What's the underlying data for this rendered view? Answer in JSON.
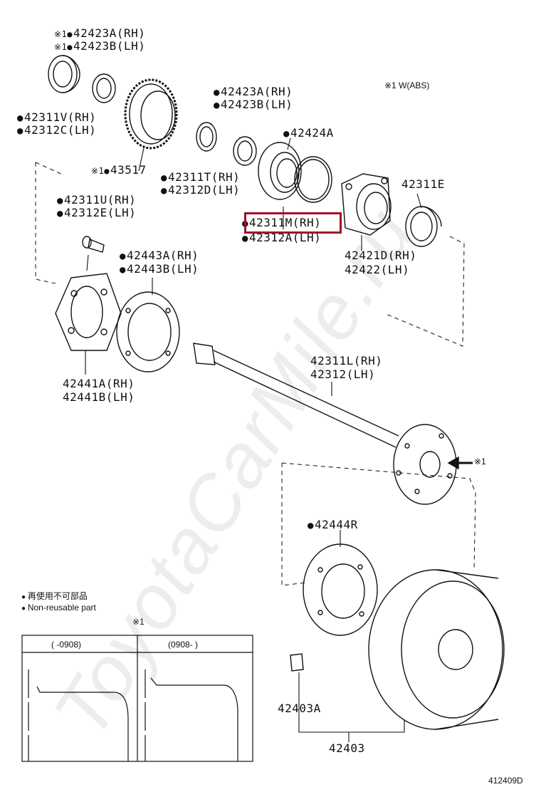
{
  "labels": {
    "p42423A_rh_top": "42423A(RH)",
    "p42423B_lh_top": "42423B(LH)",
    "p42311V": "42311V(RH)",
    "p42312C": "42312C(LH)",
    "p42423A_rh_mid": "42423A(RH)",
    "p42423B_lh_mid": "42423B(LH)",
    "abs_note": "※1 W(ABS)",
    "p42424A": "42424A",
    "p43517": "43517",
    "p42311T": "42311T(RH)",
    "p42312D": "42312D(LH)",
    "p42311E": "42311E",
    "p42311U": "42311U(RH)",
    "p42312E": "42312E(LH)",
    "p42311M": "42311M(RH)",
    "p42312A": "42312A(LH)",
    "p42421D": "42421D(RH)",
    "p42422": "42422(LH)",
    "p42443A": "42443A(RH)",
    "p42443B": "42443B(LH)",
    "p42441A": "42441A(RH)",
    "p42441B": "42441B(LH)",
    "p42311L": "42311L(RH)",
    "p42312": "42312(LH)",
    "ref1_arrow": "※1",
    "p42444R": "42444R",
    "p42403A": "42403A",
    "p42403": "42403",
    "diagram_code": "412409D"
  },
  "legend": {
    "jp": "再使用不可部品",
    "en": "Non-reusable part"
  },
  "inset": {
    "ref": "※1",
    "col1": "(     -0908)",
    "col2": "(0908-     )"
  },
  "watermark": "ToyotaCarMile.ru",
  "colors": {
    "highlight": "#a01030",
    "line": "#111111"
  }
}
